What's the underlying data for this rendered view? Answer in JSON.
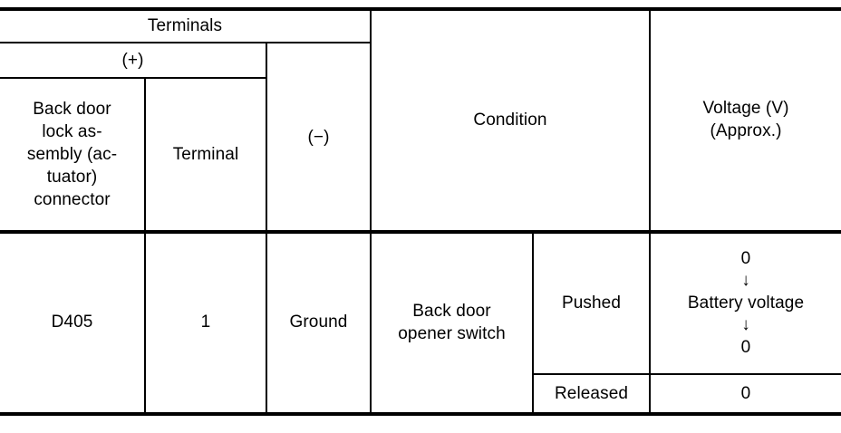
{
  "table": {
    "title_header": "Terminals",
    "headers": {
      "terminals": "Terminals",
      "positive": "(+)",
      "negative": "(−)",
      "connector": "Back door\nlock as-\nsembly (ac-\ntuator)\nconnector",
      "connector_lines": [
        "Back door",
        "lock as-",
        "sembly (ac-",
        "tuator)",
        "connector"
      ],
      "terminal": "Terminal",
      "condition": "Condition",
      "voltage": "Voltage (V)\n(Approx.)",
      "voltage_lines": [
        "Voltage (V)",
        "(Approx.)"
      ]
    },
    "rows": [
      {
        "connector": "D405",
        "terminal": "1",
        "negative": "Ground",
        "condition": "Back door\nopener switch",
        "condition_lines": [
          "Back door",
          "opener switch"
        ],
        "states": [
          {
            "state": "Pushed",
            "voltage": "0\n↓\nBattery voltage\n↓\n0",
            "voltage_lines": [
              "0",
              "↓",
              "Battery voltage",
              "↓",
              "0"
            ]
          },
          {
            "state": "Released",
            "voltage": "0",
            "voltage_lines": [
              "0"
            ]
          }
        ]
      }
    ],
    "colors": {
      "rule": "#000000",
      "text": "#000000",
      "background": "#ffffff"
    }
  }
}
